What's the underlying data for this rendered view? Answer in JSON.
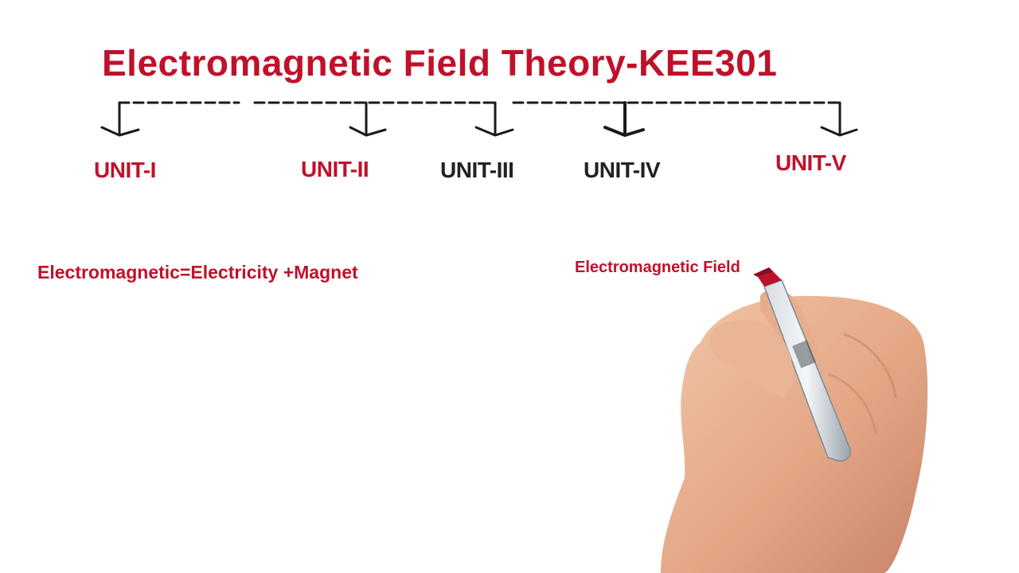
{
  "title": "Electromagnetic Field Theory-KEE301",
  "units": [
    {
      "label": "UNIT-I",
      "color": "#c0112a"
    },
    {
      "label": "UNIT-II",
      "color": "#c0112a"
    },
    {
      "label": "UNIT-III",
      "color": "#222222"
    },
    {
      "label": "UNIT-IV",
      "color": "#222222"
    },
    {
      "label": "UNIT-V",
      "color": "#c0112a"
    }
  ],
  "notes": {
    "left": "Electromagnetic=Electricity +Magnet",
    "right": "Electromagnetic Field"
  },
  "colors": {
    "accent": "#c0112a",
    "ink": "#1a1a1a"
  },
  "illustration": {
    "hand_icon": "hand-holding-marker-icon"
  }
}
